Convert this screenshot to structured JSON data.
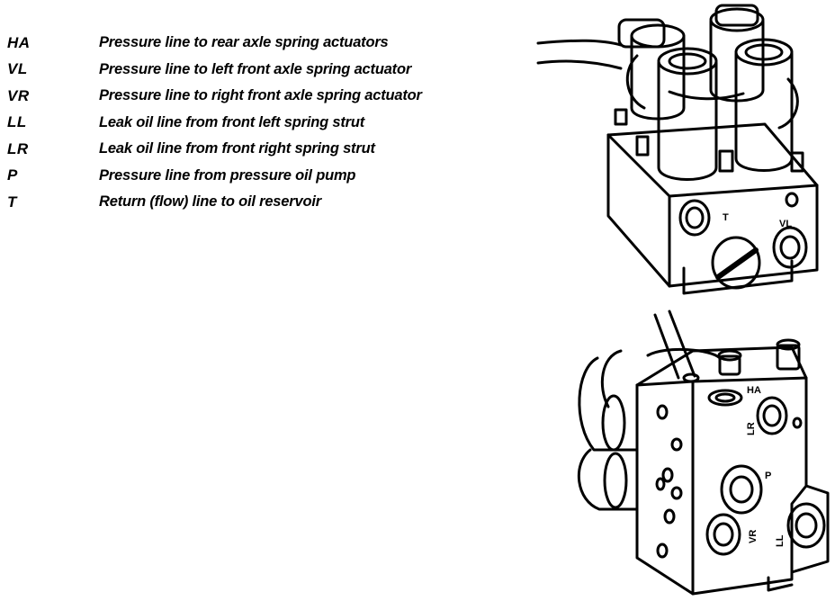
{
  "legend": [
    {
      "abbr": "HA",
      "desc": "Pressure line to rear axle spring actuators"
    },
    {
      "abbr": "VL",
      "desc": "Pressure line to left front axle spring actuator"
    },
    {
      "abbr": "VR",
      "desc": "Pressure line to right front axle spring actuator"
    },
    {
      "abbr": "LL",
      "desc": "Leak oil line from front left spring strut"
    },
    {
      "abbr": "LR",
      "desc": "Leak oil line from front right spring strut"
    },
    {
      "abbr": "P",
      "desc": "Pressure line from pressure oil pump"
    },
    {
      "abbr": "T",
      "desc": "Return (flow) line to oil reservoir"
    }
  ],
  "top_block_labels": {
    "t": "T",
    "vl": "VL"
  },
  "bottom_block_labels": {
    "ha": "HA",
    "lr": "LR",
    "p": "P",
    "vr": "VR",
    "ll": "LL"
  }
}
